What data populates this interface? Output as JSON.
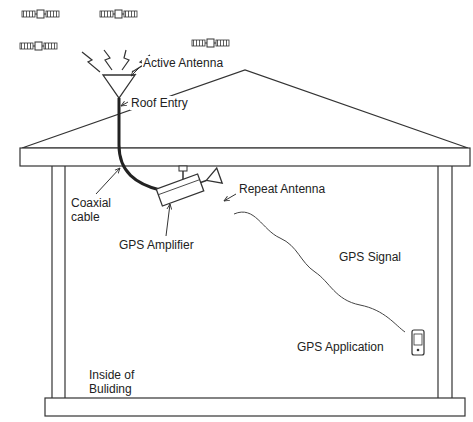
{
  "diagram": {
    "labels": [
      "Active Antenna",
      "Roof Entry",
      "Repeat Antenna",
      "Coaxial cable",
      "GPS Amplifier",
      "GPS Signal",
      "GPS Application",
      "Inside of Buliding"
    ]
  }
}
